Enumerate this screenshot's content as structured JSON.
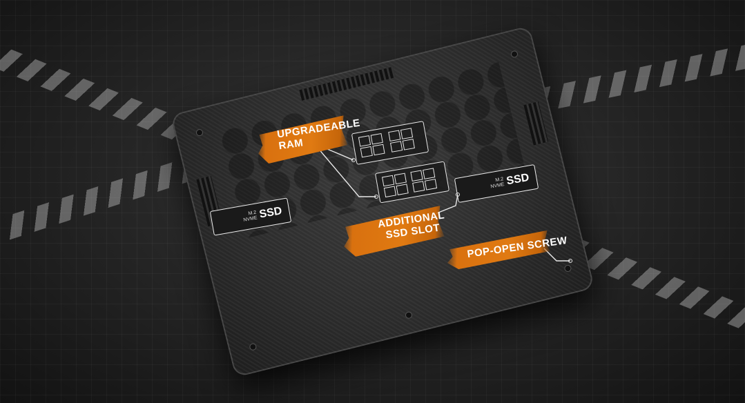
{
  "callouts": {
    "ram": {
      "line1": "UPGRADEABLE",
      "line2": "RAM"
    },
    "ssd_slot": {
      "line1": "ADDITIONAL",
      "line2": "SSD SLOT"
    },
    "screw": {
      "line1": "POP-OPEN SCREW"
    }
  },
  "ssd_left": {
    "small1": "M.2",
    "small2": "NVME",
    "big": "SSD"
  },
  "ssd_right": {
    "small1": "M.2",
    "small2": "NVME",
    "big": "SSD"
  },
  "colors": {
    "accent": "#e07a12",
    "background": "#222222",
    "line": "#e8e8e8"
  }
}
